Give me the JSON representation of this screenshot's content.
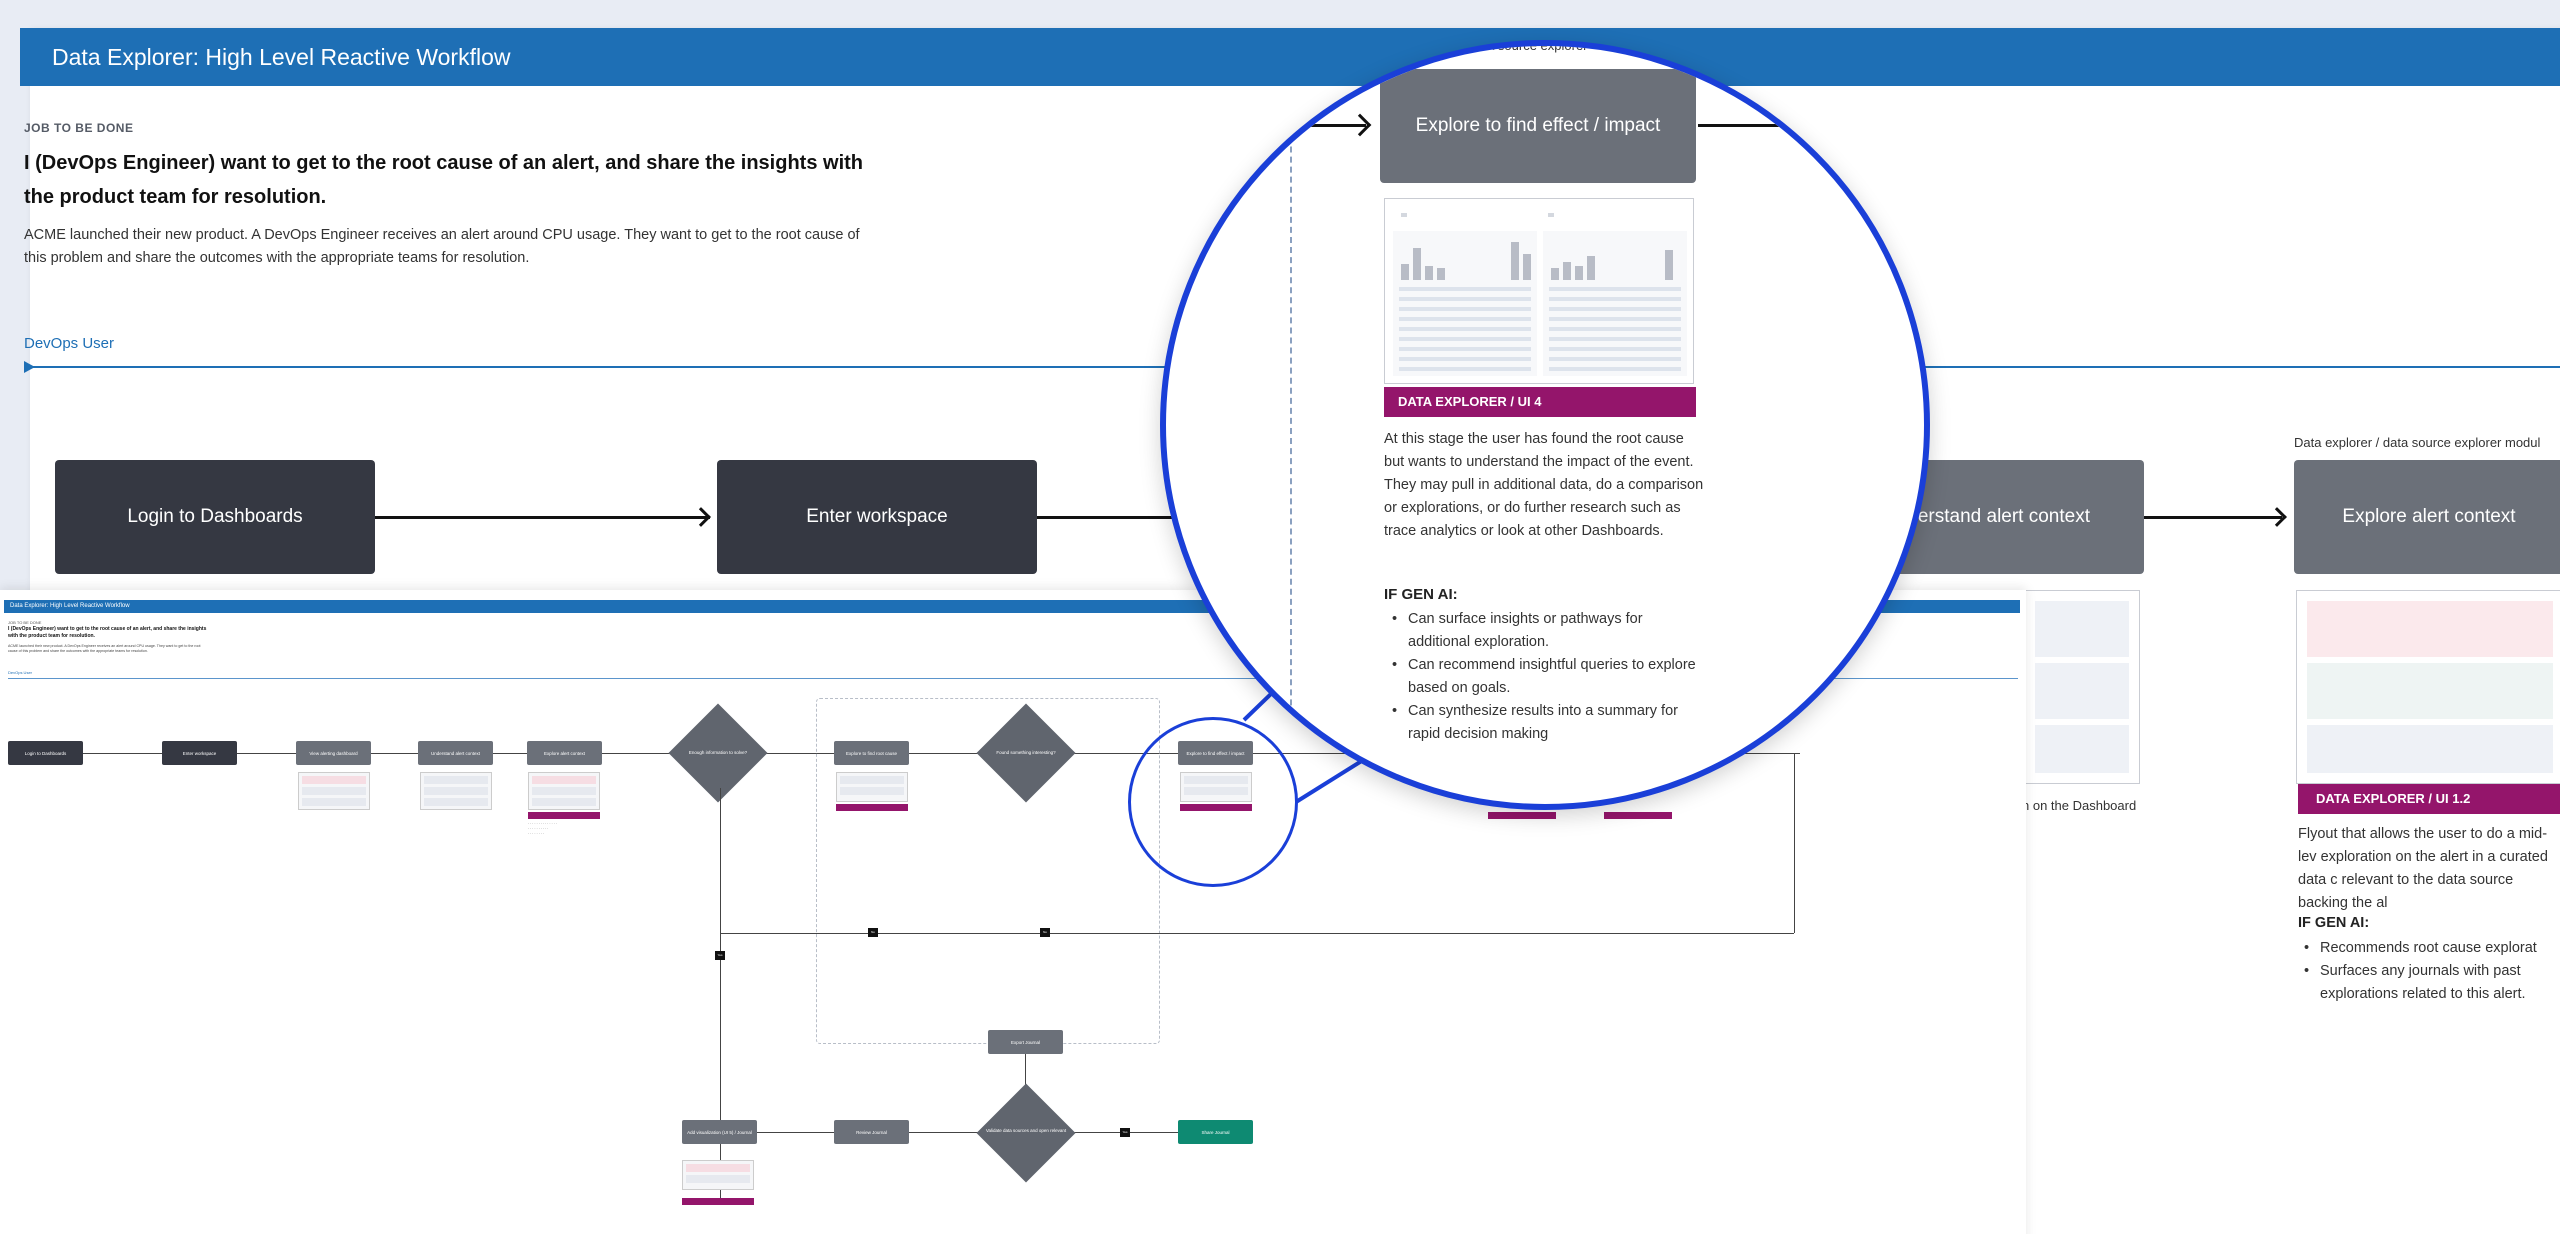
{
  "board": {
    "title": "Data Explorer: High Level Reactive Workflow",
    "jtbd_label": "JOB TO BE DONE",
    "jtbd_title": "I (DevOps Engineer) want to get to the root cause of an alert, and share the insights with the product team for resolution.",
    "jtbd_description": "ACME launched their new product. A DevOps Engineer receives an alert around CPU usage. They want to get to the root cause of this problem and share the outcomes with the appropriate teams for resolution.",
    "persona": "DevOps User",
    "steps": {
      "login": "Login to Dashboards",
      "workspace": "Enter workspace",
      "alert_context": "erstand alert context",
      "explore_alert": "Explore alert context"
    },
    "captions": {
      "module": "Data explorer / data source explorer modul",
      "dashboard": "n on the Dashboard"
    },
    "explore_alert_panel": {
      "ui_tag": "DATA EXPLORER / UI 1.2",
      "description": "Flyout that allows the user to do a mid-lev exploration on the alert in a curated data c relevant to the data source backing the al",
      "genai_heading": "IF GEN AI:",
      "bullets": [
        "Recommends root cause explorat",
        "Surfaces any journals with past explorations related to this alert."
      ]
    }
  },
  "overview": {
    "title": "Data Explorer: High Level Reactive Workflow",
    "jtbd_label": "JOB TO BE DONE",
    "jtbd_title": "I (DevOps Engineer) want to get to the root cause of an alert, and share the insights with the product team for resolution.",
    "jtbd_description": "ACME launched their new product. A DevOps Engineer receives an alert around CPU usage. They want to get to the root cause of this problem and share the outcomes with the appropriate teams for resolution.",
    "persona": "DevOps User",
    "steps": [
      "Login to Dashboards",
      "Enter workspace",
      "View alerting dashboard",
      "Understand alert context",
      "Explore alert context",
      "Explore to find root cause",
      "Explore to find effect / impact",
      "Add visualization (UI 5) / Journal",
      "Review Journal",
      "Export Journal",
      "Share Journal"
    ],
    "diamonds": [
      "Enough information to solve?",
      "Found something interesting?",
      "Validate data sources and open relevant"
    ],
    "chips": [
      "Yes",
      "No"
    ]
  },
  "magnifier": {
    "caption": "data source explorer",
    "step": "Explore to find effect / impact",
    "ui_tag": "DATA EXPLORER / UI 4",
    "description": "At this stage the user has found the root cause but wants to understand the impact of the event. They may pull in additional data, do a comparison or explorations, or do further research such as trace analytics or look at other Dashboards.",
    "genai_heading": "IF GEN AI:",
    "bullets": [
      "Can surface insights or pathways for additional exploration.",
      "Can recommend insightful queries to explore based on goals.",
      "Can synthesize results into a summary for rapid decision making"
    ]
  },
  "colors": {
    "title_bar": "#1e6fb5",
    "step_dark": "#353842",
    "step_grey": "#6b7079",
    "ui_tag": "#94156b",
    "highlight": "#1a3fd8",
    "share": "#0e8a72"
  },
  "icons": [
    "arrow-right-icon"
  ]
}
